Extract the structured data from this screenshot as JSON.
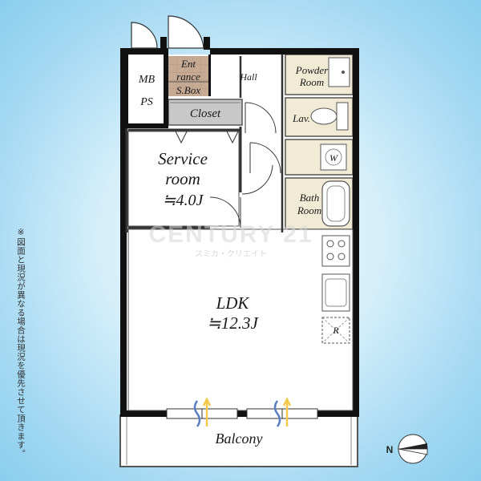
{
  "rooms": {
    "mb": "MB",
    "ps": "PS",
    "entrance_1": "Ent",
    "entrance_2": "rance",
    "shoebox": "S.Box",
    "hall": "Hall",
    "closet": "Closet",
    "powder_1": "Powder",
    "powder_2": "Room",
    "lav": "Lav.",
    "washer": "W",
    "bath_1": "Bath",
    "bath_2": "Room",
    "service_1": "Service",
    "service_2": "room",
    "service_area": "≒4.0J",
    "ldk": "LDK",
    "ldk_area": "≒12.3J",
    "fridge": "R",
    "balcony": "Balcony"
  },
  "watermark": {
    "brand": "CENTURY 21",
    "company": "スミカ・クリエイト"
  },
  "compass": {
    "label": "N"
  },
  "note": "※図面と現況が異なる場合は現況を優先させて頂きます。",
  "colors": {
    "wall": "#111111",
    "entrance_floor": "#c6aa93",
    "wet_area": "#f1ebd6",
    "closet": "#c8c8c8",
    "background": "#a9dbf3"
  }
}
